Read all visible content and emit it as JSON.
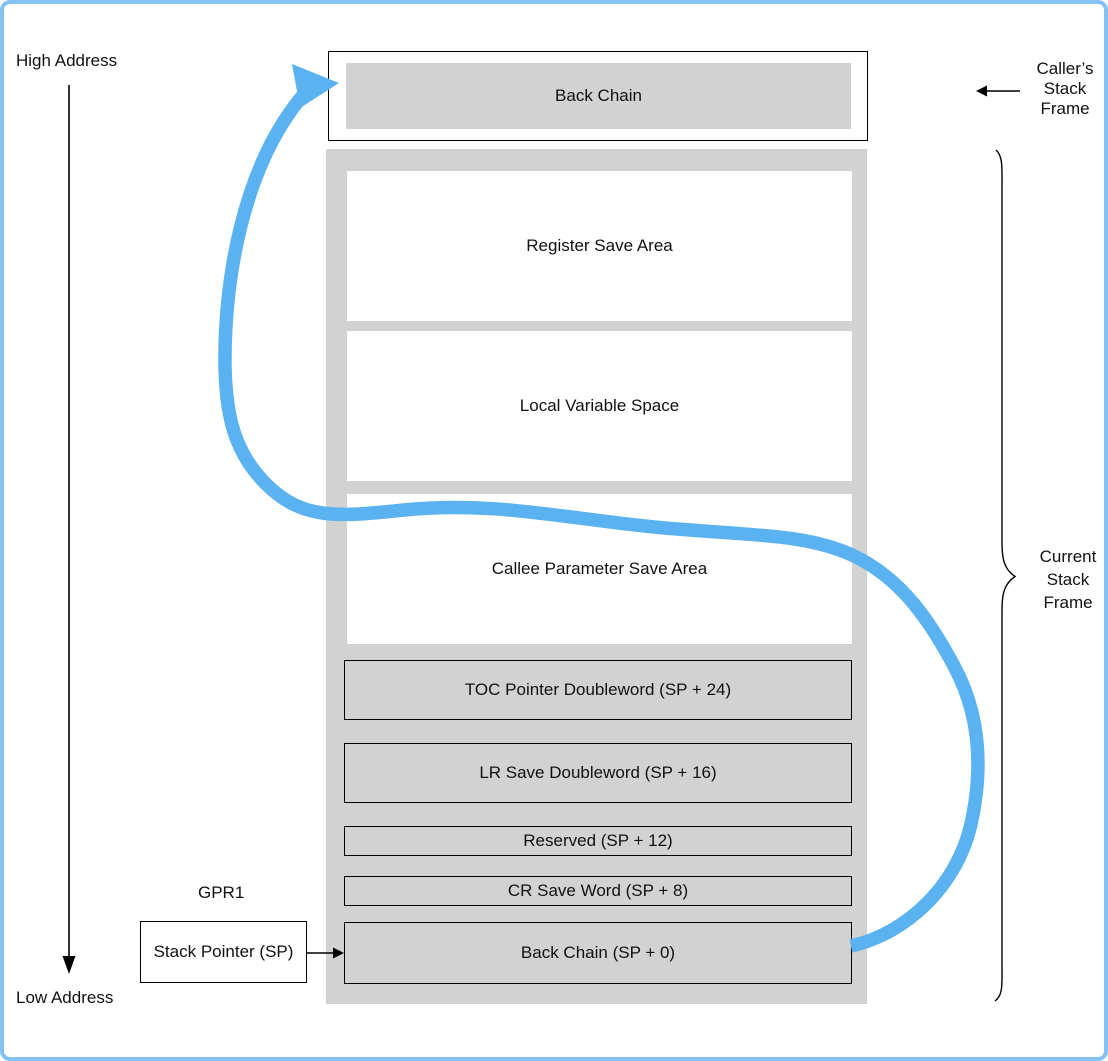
{
  "figure": {
    "type": "stack-frame-diagram",
    "axis": {
      "high_address": "High Address",
      "low_address": "Low Address"
    },
    "caller_frame": {
      "side_label_lines": [
        "Caller’s",
        "Stack",
        "Frame"
      ],
      "slot": "Back Chain"
    },
    "current_frame": {
      "side_label_lines": [
        "Current",
        "Stack",
        "Frame"
      ],
      "slots": [
        "Register Save Area",
        "Local Variable Space",
        "Callee Parameter Save Area",
        "TOC Pointer Doubleword (SP + 24)",
        "LR Save Doubleword (SP + 16)",
        "Reserved (SP + 12)",
        "CR Save Word (SP + 8)",
        "Back Chain (SP + 0)"
      ]
    },
    "register": {
      "name": "GPR1",
      "value_label": "Stack Pointer (SP)"
    },
    "colors": {
      "slot_gray": "#d2d2d2",
      "chain_arrow_blue": "#5bb2f0",
      "page_border_blue": "#84c2f4",
      "line_black": "#000000"
    }
  }
}
